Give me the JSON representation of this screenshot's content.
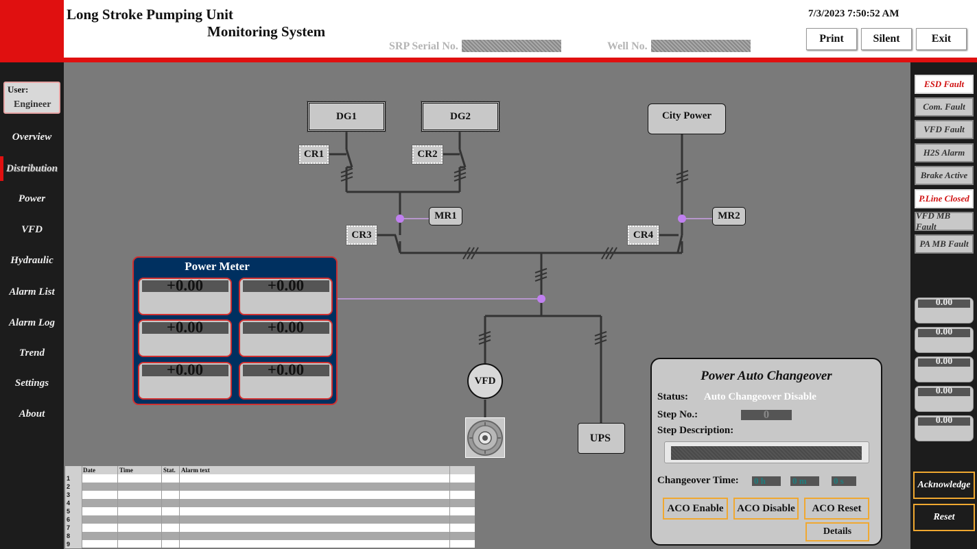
{
  "header": {
    "title_line1": "Long Stroke Pumping Unit",
    "title_line2": "Monitoring System",
    "serial_label": "SRP Serial No.",
    "well_label": "Well No.",
    "datetime": "7/3/2023 7:50:52 AM",
    "buttons": {
      "print": "Print",
      "silent": "Silent",
      "exit": "Exit"
    },
    "accent_color": "#e01010"
  },
  "user": {
    "label": "User:",
    "value": "Engineer"
  },
  "nav": {
    "items": [
      "Overview",
      "Distribution",
      "Power",
      "VFD",
      "Hydraulic",
      "Alarm List",
      "Alarm Log",
      "Trend",
      "Settings",
      "About"
    ],
    "active": "Distribution"
  },
  "faults": {
    "esd": "ESD Fault",
    "com": "Com. Fault",
    "vfd": "VFD Fault",
    "h2s": "H2S Alarm",
    "brake": "Brake Active",
    "pline": "P.Line Closed",
    "vfd_mb": "VFD MB Fault",
    "pa_mb": "PA MB Fault",
    "active_color": "#d01010"
  },
  "right_values": [
    "0.00",
    "0.00",
    "0.00",
    "0.00",
    "0.00"
  ],
  "actions": {
    "acknowledge": "Acknowledge",
    "reset": "Reset"
  },
  "diagram": {
    "dg1": "DG1",
    "dg2": "DG2",
    "city_power": "City Power",
    "cr1": "CR1",
    "cr2": "CR2",
    "cr3": "CR3",
    "cr4": "CR4",
    "mr1": "MR1",
    "mr2": "MR2",
    "vfd": "VFD",
    "ups": "UPS",
    "motor_icon": "motor-icon"
  },
  "power_meter": {
    "title": "Power Meter",
    "values": [
      "+0.00",
      "+0.00",
      "+0.00",
      "+0.00",
      "+0.00",
      "+0.00"
    ]
  },
  "alarm_table": {
    "columns": [
      "Date",
      "Time",
      "Stat.",
      "Alarm text"
    ],
    "row_numbers": [
      "1",
      "2",
      "3",
      "4",
      "5",
      "6",
      "7",
      "8",
      "9"
    ]
  },
  "aco": {
    "title": "Power Auto Changeover",
    "status_label": "Status:",
    "status_value": "Auto Changeover Disable",
    "step_label": "Step No.:",
    "step_value": "0",
    "desc_label": "Step Description:",
    "time_label": "Changeover Time:",
    "hours": "0 h",
    "minutes": "0 m",
    "seconds": "0 s",
    "buttons": {
      "enable": "ACO Enable",
      "disable": "ACO Disable",
      "reset": "ACO Reset",
      "details": "Details"
    }
  }
}
